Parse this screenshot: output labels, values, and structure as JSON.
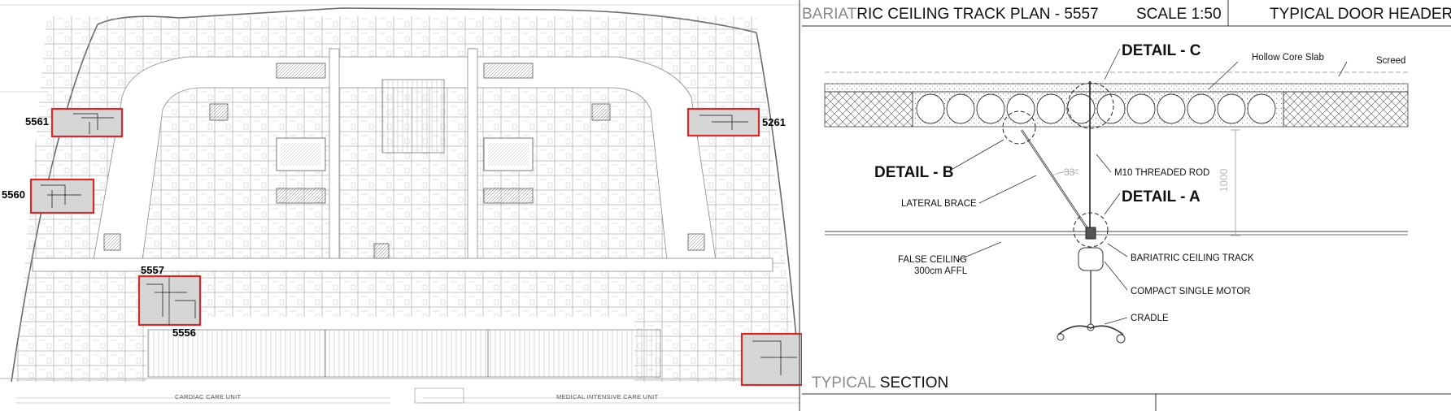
{
  "title_block": {
    "plan_title_grey": "BARIAT",
    "plan_title_dark": "RIC CEILING TRACK  PLAN - 5557",
    "scale": "SCALE 1:50",
    "right_title": "TYPICAL DOOR HEADER",
    "section_grey": "TYPICAL",
    "section_dark": " SECTION"
  },
  "floor_plan": {
    "rooms": [
      "5561",
      "5560",
      "5557",
      "5556",
      "5261"
    ],
    "unit_labels": [
      "CARDIAC CARE UNIT",
      "MEDICAL INTENSIVE CARE UNIT"
    ],
    "highlight_color": "#d42a2a"
  },
  "section": {
    "details": [
      "DETAIL - C",
      "DETAIL - B",
      "DETAIL - A"
    ],
    "notes": {
      "hollow_core_slab": "Hollow Core Slab",
      "screed": "Screed",
      "threaded_rod": "M10 THREADED ROD",
      "lateral_brace": "LATERAL BRACE",
      "false_ceiling_1": "FALSE CEILING",
      "false_ceiling_2": "300cm AFFL",
      "ceiling_track": "BARIATRIC CEILING TRACK",
      "motor": "COMPACT SINGLE MOTOR",
      "cradle": "CRADLE"
    },
    "dimension": "1000",
    "angle": "33°"
  }
}
